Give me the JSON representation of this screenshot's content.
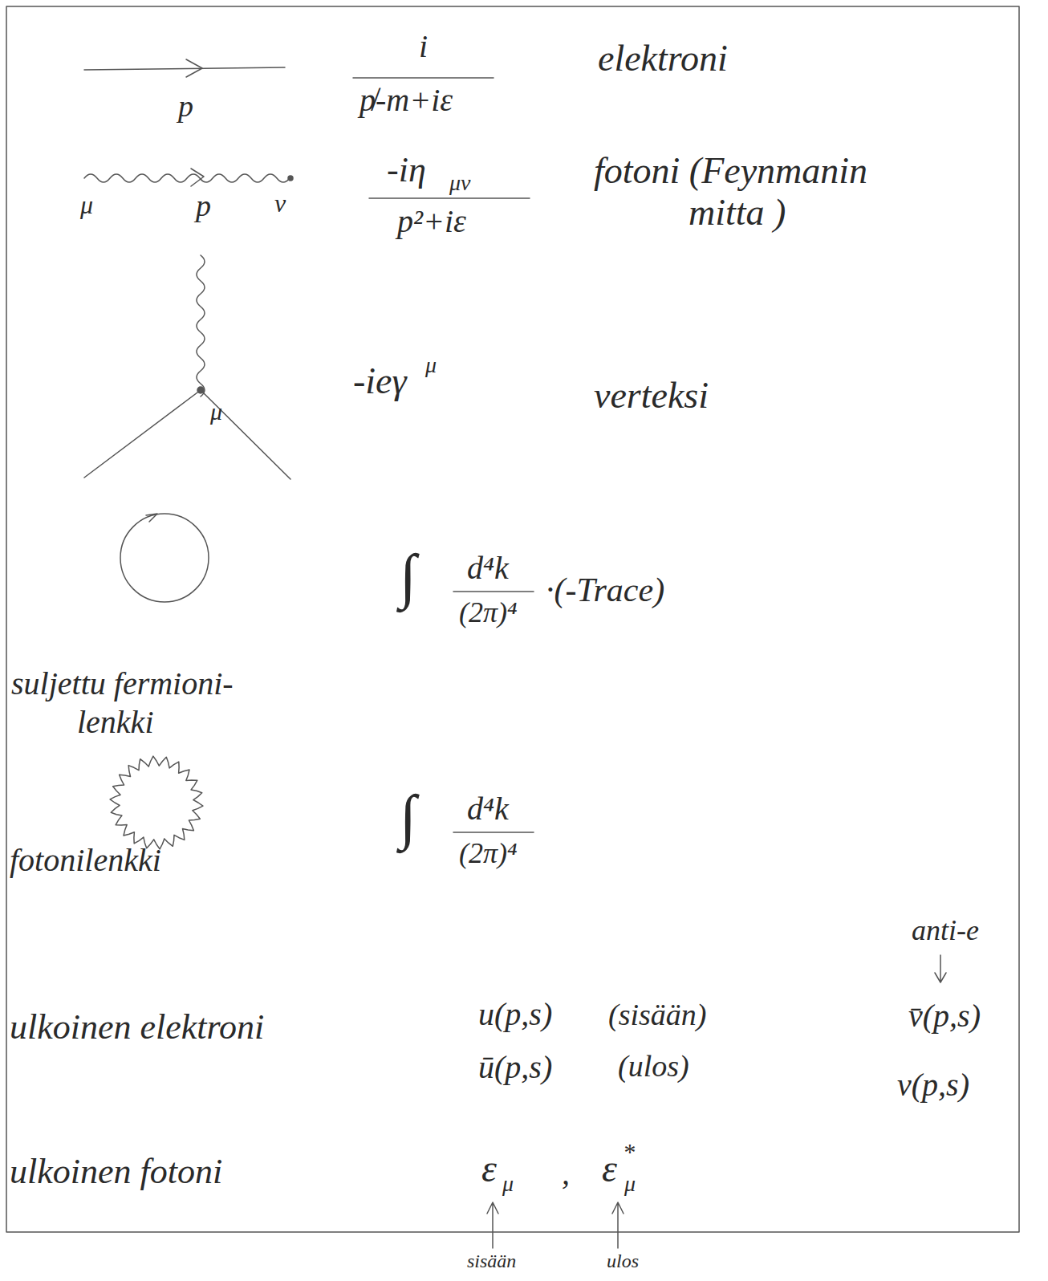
{
  "diagram": {
    "labels": [
      "p",
      "i",
      "p̸-m+iε",
      "elektroni",
      "μ",
      "p",
      "ν",
      "-iη",
      "μν",
      "p²+iε",
      "fotoni (Feynmanin",
      "mitta )",
      "-ieγ",
      "μ",
      "μ",
      "verteksi",
      "suljettu fermioni-",
      "lenkki",
      "∫",
      "d⁴k",
      "(2π)⁴",
      "·(-Trace)",
      "fotonilenkki",
      "∫",
      "d⁴k",
      "(2π)⁴",
      "anti-e",
      "ulkoinen elektroni",
      "u(p,s)",
      "(sisään)",
      "v̄(p,s)",
      "ū(p,s)",
      "(ulos)",
      "v(p,s)",
      "ulkoinen fotoni",
      "ε",
      "μ",
      ",",
      "ε",
      "*",
      "μ",
      "sisään",
      "ulos"
    ]
  }
}
